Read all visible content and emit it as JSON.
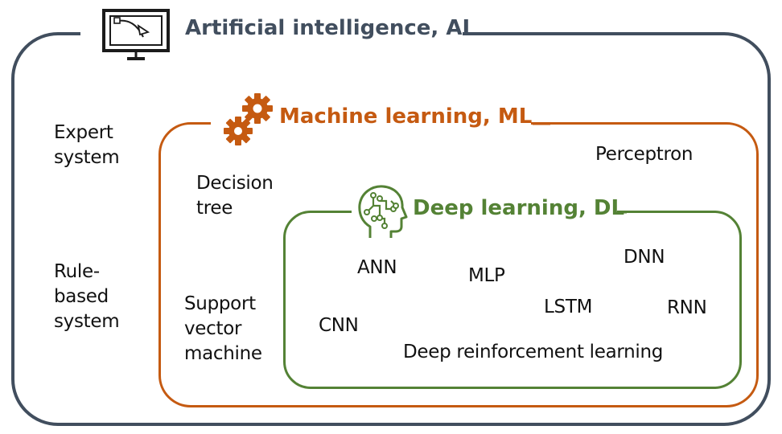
{
  "ai": {
    "title": "Artificial intelligence, AI",
    "items": [
      "Expert\nsystem",
      "Rule-\nbased\nsystem"
    ]
  },
  "ml": {
    "title": "Machine learning, ML",
    "items": [
      "Decision\ntree",
      "Support\nvector\nmachine",
      "Perceptron"
    ]
  },
  "dl": {
    "title": "Deep learning, DL",
    "items": [
      "ANN",
      "MLP",
      "DNN",
      "LSTM",
      "RNN",
      "CNN",
      "Deep reinforcement learning"
    ]
  },
  "colors": {
    "ai": "#414e5e",
    "ml": "#c55a11",
    "dl": "#548235"
  },
  "icons": {
    "ai": "computer-monitor-icon",
    "ml": "gears-icon",
    "dl": "brain-head-icon"
  }
}
